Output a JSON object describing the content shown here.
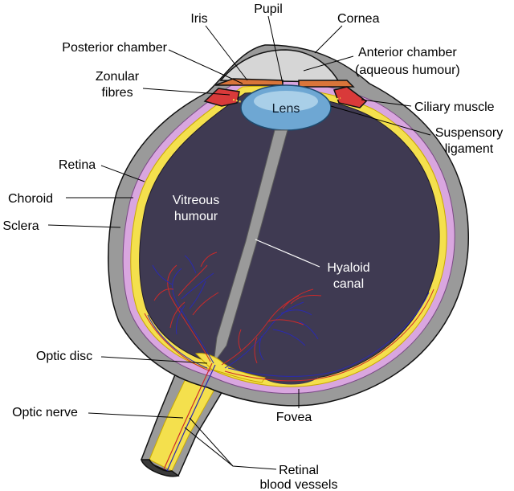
{
  "labels": {
    "pupil": "Pupil",
    "iris": "Iris",
    "cornea": "Cornea",
    "posterior_chamber": "Posterior chamber",
    "anterior_chamber_1": "Anterior chamber",
    "anterior_chamber_2": "(aqueous humour)",
    "zonular_1": "Zonular",
    "zonular_2": "fibres",
    "ciliary_muscle": "Ciliary muscle",
    "suspensory_1": "Suspensory",
    "suspensory_2": "ligament",
    "lens": "Lens",
    "retina": "Retina",
    "choroid": "Choroid",
    "sclera": "Sclera",
    "vitreous_1": "Vitreous",
    "vitreous_2": "humour",
    "hyaloid_1": "Hyaloid",
    "hyaloid_2": "canal",
    "optic_disc": "Optic disc",
    "optic_nerve": "Optic nerve",
    "fovea": "Fovea",
    "retinal_1": "Retinal",
    "retinal_2": "blood vessels"
  },
  "colors": {
    "sclera": "#9a9a9a",
    "choroid": "#d9a6df",
    "retina": "#f4e04d",
    "vitreous": "#3f3a52",
    "lens": "#6ea7d3",
    "iris": "#d9753a",
    "ciliary": "#d93a3a",
    "vessel_red": "#cc2a2a",
    "vessel_blue": "#2a2ab0"
  }
}
